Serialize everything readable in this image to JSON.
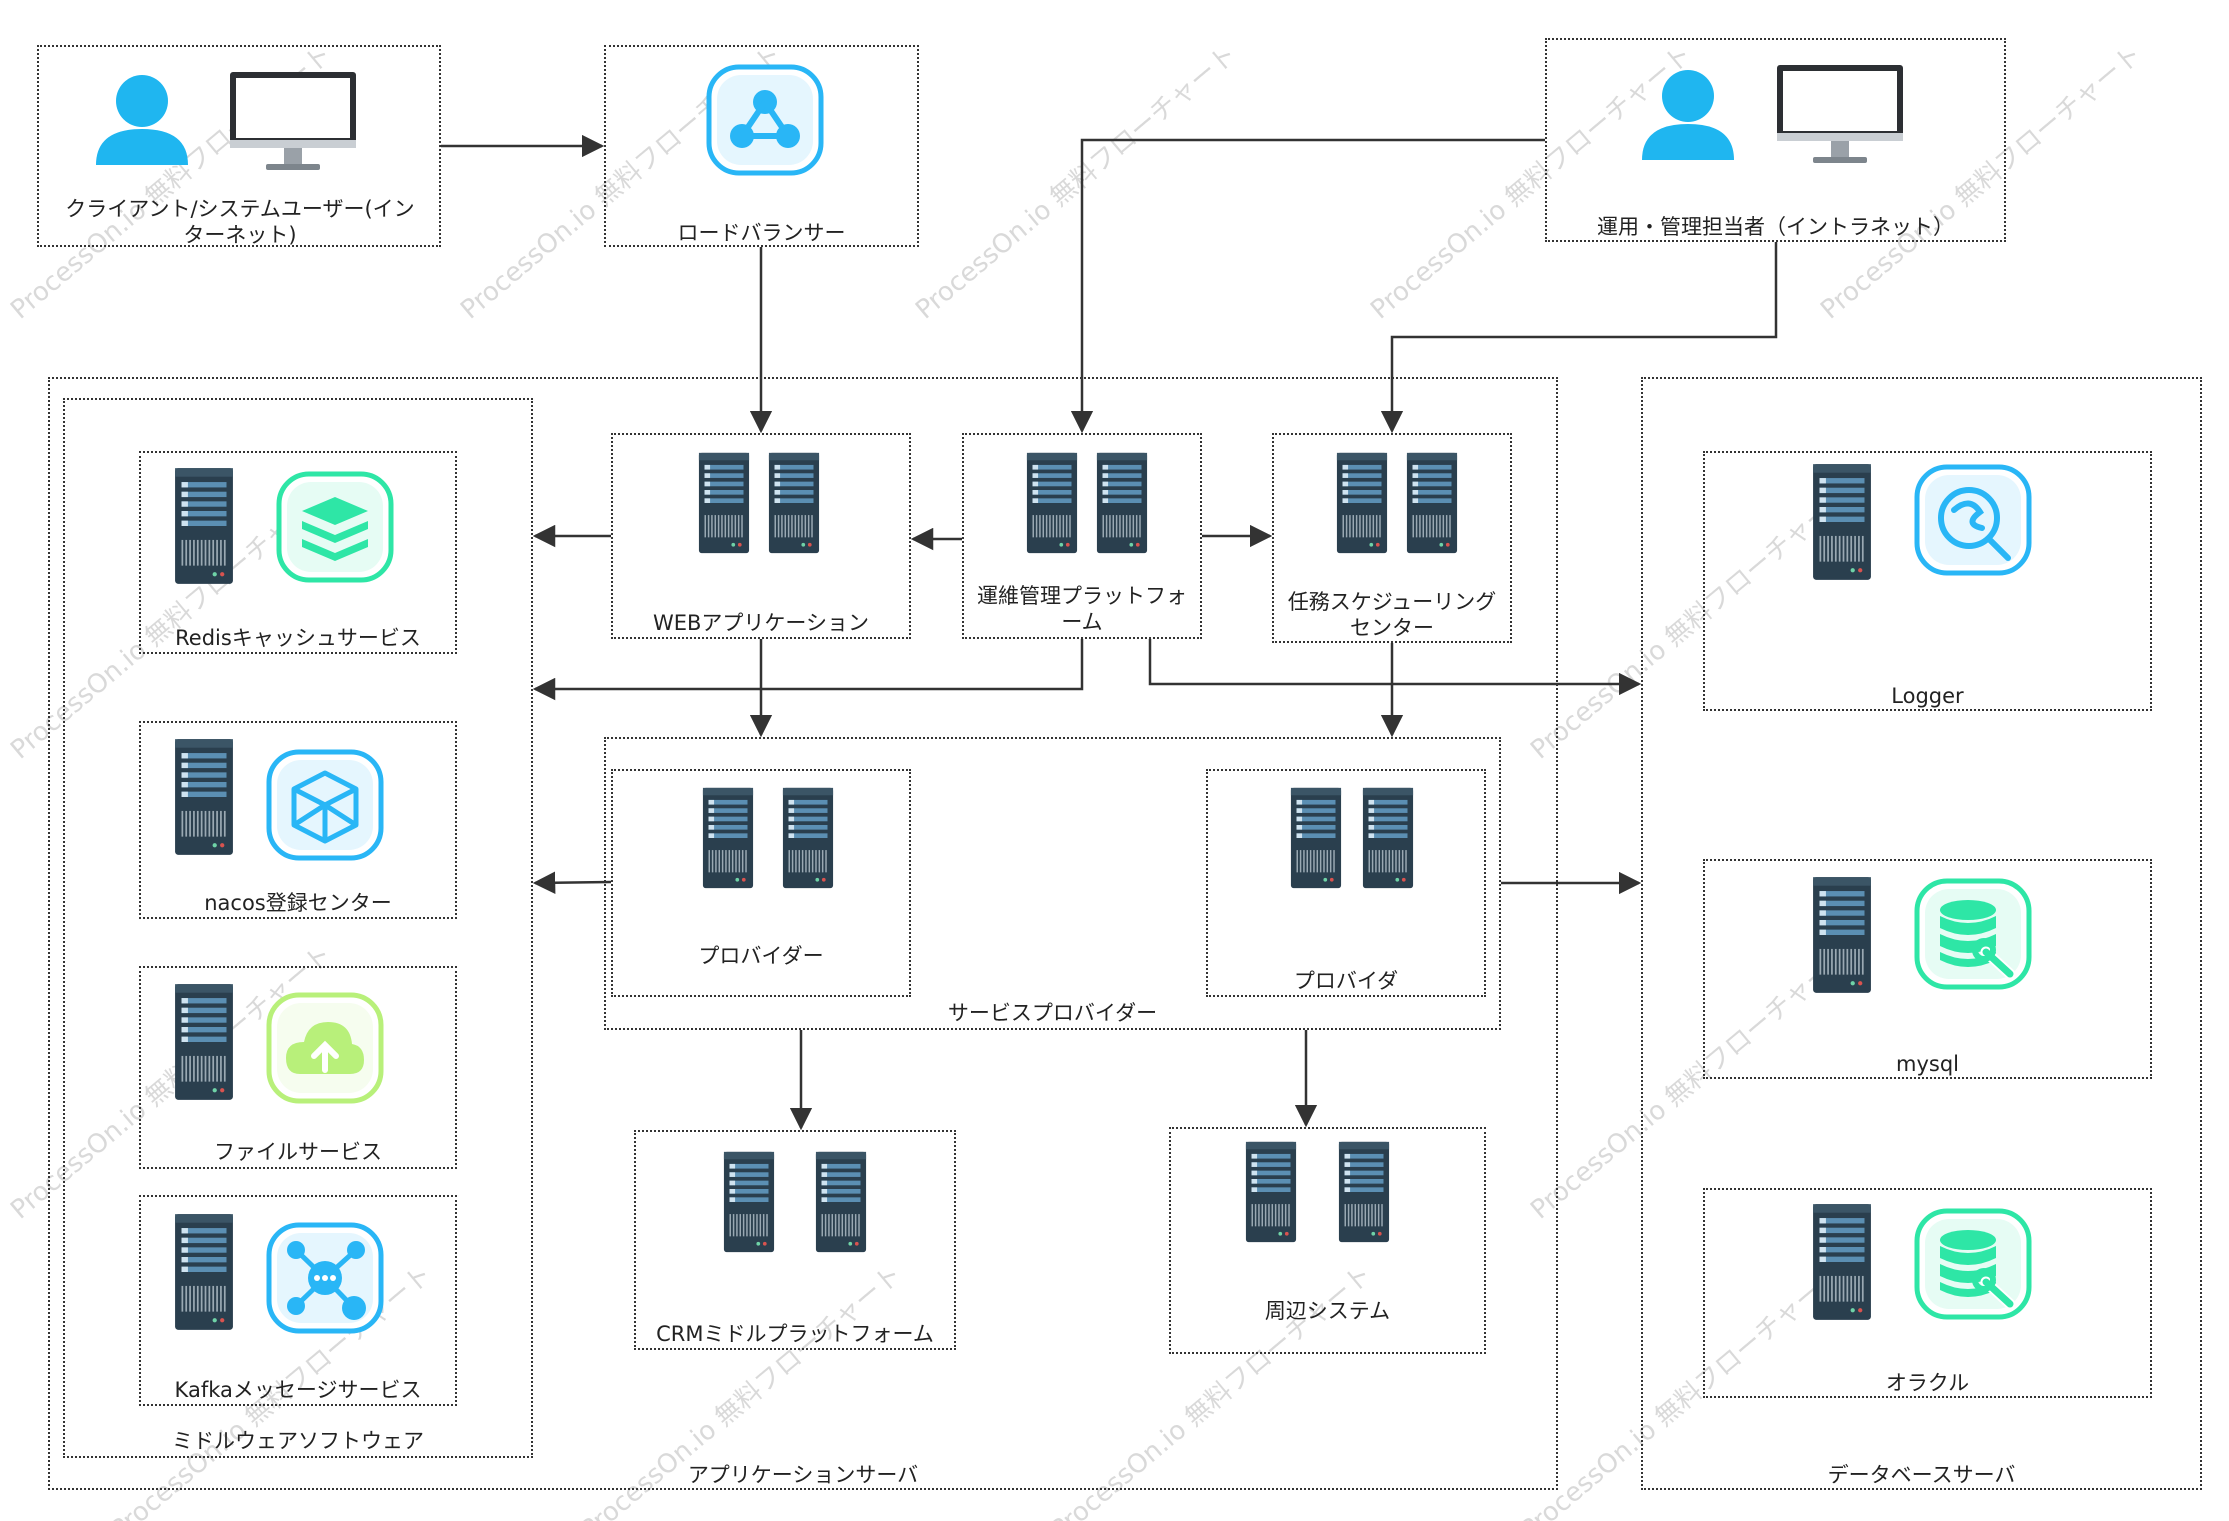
{
  "colors": {
    "server_body": "#2a3f4e",
    "server_accent": "#5b8fb3",
    "person": "#1fb6f0",
    "blue_icon": "#29b6f6",
    "green_icon": "#2ee6a6",
    "lime_icon": "#b8f07a",
    "line": "#333333"
  },
  "watermark": {
    "text": "ProcessOn.io 無料フローチャート"
  },
  "nodes": {
    "client": {
      "label": "クライアント/システムユーザー(インターネット)",
      "icons": [
        "person-icon",
        "monitor-icon"
      ]
    },
    "load_balancer": {
      "label": "ロードバランサー",
      "icons": [
        "share-network-icon"
      ]
    },
    "admin": {
      "label": "運用・管理担当者（イントラネット）",
      "icons": [
        "person-icon",
        "monitor-icon"
      ]
    },
    "web_app": {
      "label": "WEBアプリケーション"
    },
    "ops_platform": {
      "label": "運維管理プラットフォーム"
    },
    "scheduler": {
      "label": "任務スケジューリングセンター"
    },
    "redis": {
      "label": "Redisキャッシュサービス",
      "icons": [
        "layers-icon"
      ]
    },
    "nacos": {
      "label": "nacos登録センター",
      "icons": [
        "cube-icon"
      ]
    },
    "file_service": {
      "label": "ファイルサービス",
      "icons": [
        "cloud-upload-icon"
      ]
    },
    "kafka": {
      "label": "Kafkaメッセージサービス",
      "icons": [
        "message-hub-icon"
      ]
    },
    "middleware_group": {
      "label": "ミドルウェアソフトウェア"
    },
    "provider_1": {
      "label": "プロバイダー"
    },
    "provider_2": {
      "label": "プロバイダ"
    },
    "service_provider_group": {
      "label": "サービスプロバイダー"
    },
    "crm": {
      "label": "CRMミドルプラットフォーム"
    },
    "peripheral": {
      "label": "周辺システム"
    },
    "app_server_group": {
      "label": "アプリケーションサーバ"
    },
    "logger": {
      "label": "Logger",
      "icons": [
        "search-log-icon"
      ]
    },
    "mysql": {
      "label": "mysql",
      "icons": [
        "database-wrench-icon"
      ]
    },
    "oracle": {
      "label": "オラクル",
      "icons": [
        "database-wrench-icon"
      ]
    },
    "db_server_group": {
      "label": "データベースサーバ"
    }
  }
}
